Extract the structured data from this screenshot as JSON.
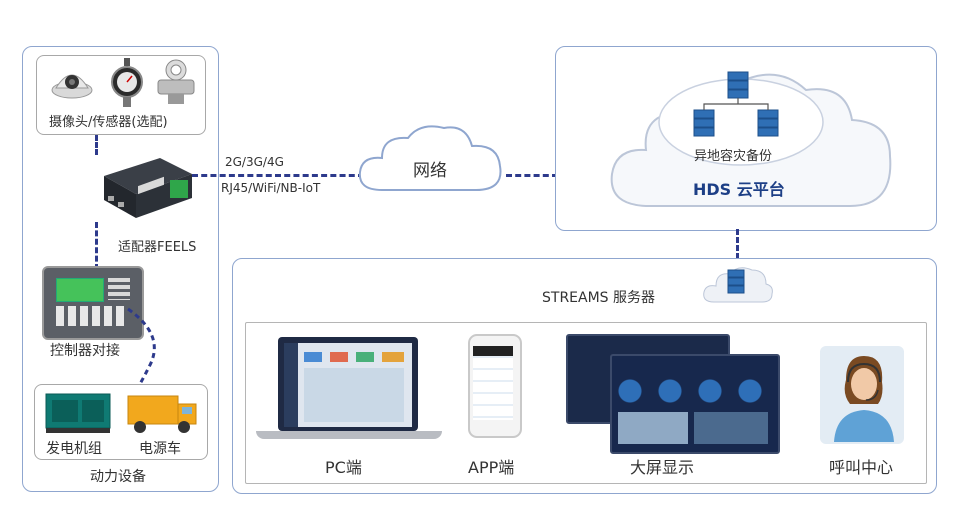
{
  "left_panel": {
    "sensors_label": "摄像头/传感器(选配)",
    "adapter_label": "适配器FEELS",
    "controller_label": "控制器对接",
    "power": {
      "generator_label": "发电机组",
      "power_vehicle_label": "电源车",
      "title": "动力设备"
    }
  },
  "network": {
    "conn_line1": "2G/3G/4G",
    "conn_line2": "RJ45/WiFi/NB-IoT",
    "cloud_label": "网络"
  },
  "cloud_platform": {
    "backup_label": "异地容灾备份",
    "title": "HDS 云平台"
  },
  "server": {
    "label": "STREAMS 服务器",
    "clients": [
      {
        "label": "PC端"
      },
      {
        "label": "APP端"
      },
      {
        "label": "大屏显示"
      },
      {
        "label": "呼叫中心"
      }
    ]
  },
  "colors": {
    "panel_border": "#8fa6cf",
    "dash": "#2d3a8c",
    "accent_blue": "#2f6fb5",
    "adapter_green": "#2fa64a"
  }
}
